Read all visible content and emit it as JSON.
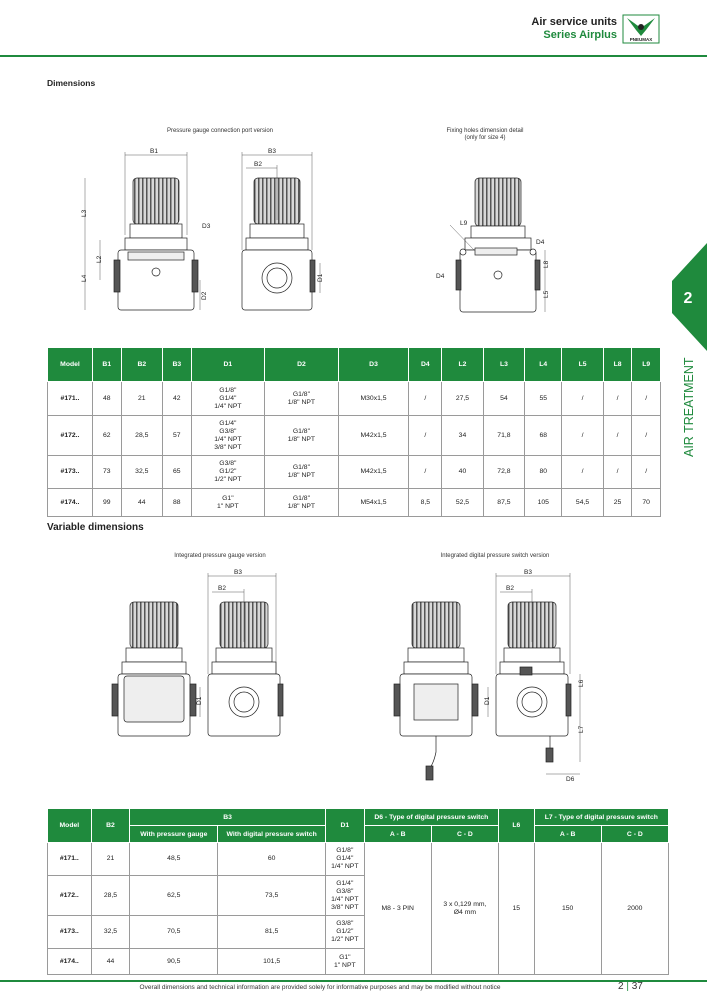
{
  "header": {
    "title": "Air service units",
    "subtitle": "Series Airplus",
    "logo_text": "PNEUMAX"
  },
  "side_tab": {
    "number": "2",
    "section": "AIR TREATMENT"
  },
  "section1": {
    "title": "Dimensions",
    "caption_left": "Pressure gauge connection port version",
    "caption_right_1": "Fixing holes dimension detail",
    "caption_right_2": "(only for size 4)",
    "dim_labels": {
      "b1": "B1",
      "b2": "B2",
      "b3": "B3",
      "d1": "D1",
      "d2": "D2",
      "d3": "D3",
      "d4": "D4",
      "l2": "L2",
      "l3": "L3",
      "l4": "L4",
      "l5": "L5",
      "l8": "L8",
      "l9": "L9"
    }
  },
  "table1": {
    "headers": [
      "Model",
      "B1",
      "B2",
      "B3",
      "D1",
      "D2",
      "D3",
      "D4",
      "L2",
      "L3",
      "L4",
      "L5",
      "L8",
      "L9"
    ],
    "rows": [
      {
        "model": "#171..",
        "b1": "48",
        "b2": "21",
        "b3": "42",
        "d1": [
          "G1/8\"",
          "G1/4\"",
          "1/4\" NPT"
        ],
        "d2": [
          "G1/8\"",
          "1/8\" NPT"
        ],
        "d3": "M30x1,5",
        "d4": "/",
        "l2": "27,5",
        "l3": "54",
        "l4": "55",
        "l5": "/",
        "l8": "/",
        "l9": "/"
      },
      {
        "model": "#172..",
        "b1": "62",
        "b2": "28,5",
        "b3": "57",
        "d1": [
          "G1/4\"",
          "G3/8\"",
          "1/4\" NPT",
          "3/8\" NPT"
        ],
        "d2": [
          "G1/8\"",
          "1/8\" NPT"
        ],
        "d3": "M42x1,5",
        "d4": "/",
        "l2": "34",
        "l3": "71,8",
        "l4": "68",
        "l5": "/",
        "l8": "/",
        "l9": "/"
      },
      {
        "model": "#173..",
        "b1": "73",
        "b2": "32,5",
        "b3": "65",
        "d1": [
          "G3/8\"",
          "G1/2\"",
          "1/2\" NPT"
        ],
        "d2": [
          "G1/8\"",
          "1/8\" NPT"
        ],
        "d3": "M42x1,5",
        "d4": "/",
        "l2": "40",
        "l3": "72,8",
        "l4": "80",
        "l5": "/",
        "l8": "/",
        "l9": "/"
      },
      {
        "model": "#174..",
        "b1": "99",
        "b2": "44",
        "b3": "88",
        "d1": [
          "G1\"",
          "1\" NPT"
        ],
        "d2": [
          "G1/8\"",
          "1/8\" NPT"
        ],
        "d3": "M54x1,5",
        "d4": "8,5",
        "l2": "52,5",
        "l3": "87,5",
        "l4": "105",
        "l5": "54,5",
        "l8": "25",
        "l9": "70"
      }
    ]
  },
  "section2": {
    "title": "Variable dimensions",
    "caption_left": "Integrated pressure gauge version",
    "caption_right": "Integrated digital pressure switch version",
    "dim_labels": {
      "b2": "B2",
      "b3": "B3",
      "d1": "D1",
      "l6": "L6",
      "l7": "L7",
      "d6": "D6"
    }
  },
  "table2": {
    "h_model": "Model",
    "h_b2": "B2",
    "h_b3": "B3",
    "h_d1": "D1",
    "h_d6": "D6 - Type of digital pressure switch",
    "h_l6": "L6",
    "h_l7": "L7 - Type of digital pressure switch",
    "h_b3_gauge": "With pressure gauge",
    "h_b3_digital": "With digital pressure switch",
    "h_ab": "A - B",
    "h_cd": "C - D",
    "rows": [
      {
        "model": "#171..",
        "b2": "21",
        "b3_gauge": "48,5",
        "b3_digital": "60",
        "d1": [
          "G1/8\"",
          "G1/4\"",
          "1/4\" NPT"
        ]
      },
      {
        "model": "#172..",
        "b2": "28,5",
        "b3_gauge": "62,5",
        "b3_digital": "73,5",
        "d1": [
          "G1/4\"",
          "G3/8\"",
          "1/4\" NPT",
          "3/8\" NPT"
        ]
      },
      {
        "model": "#173..",
        "b2": "32,5",
        "b3_gauge": "70,5",
        "b3_digital": "81,5",
        "d1": [
          "G3/8\"",
          "G1/2\"",
          "1/2\" NPT"
        ]
      },
      {
        "model": "#174..",
        "b2": "44",
        "b3_gauge": "90,5",
        "b3_digital": "101,5",
        "d1": [
          "G1\"",
          "1\" NPT"
        ]
      }
    ],
    "common": {
      "d6_ab": "M8 - 3 PIN",
      "d6_cd": [
        "3 x 0,129 mm,",
        "Ø4 mm"
      ],
      "l6": "15",
      "l7_ab": "150",
      "l7_cd": "2000"
    }
  },
  "footer": {
    "note": "Overall dimensions and technical information are provided solely for informative purposes and may be modified without notice",
    "chapter": "2",
    "page": "37"
  },
  "colors": {
    "brand_green": "#1f8a3d"
  }
}
